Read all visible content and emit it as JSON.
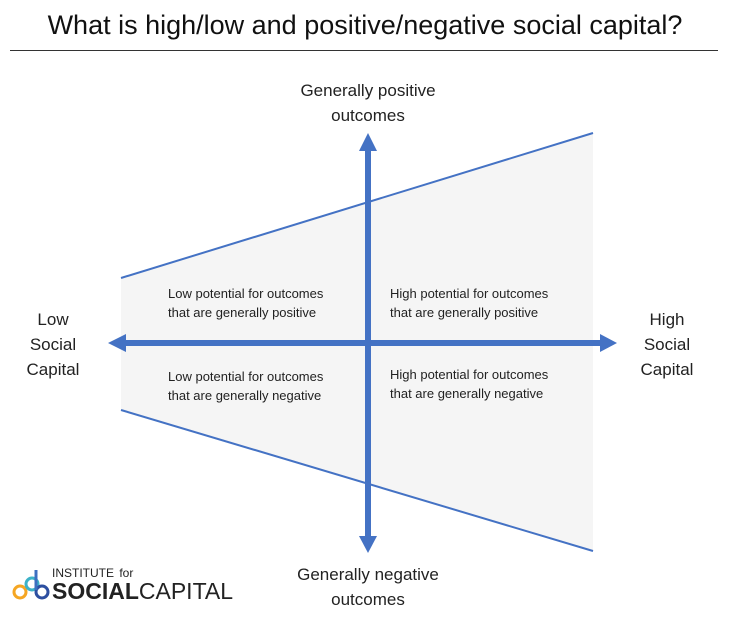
{
  "title": "What is high/low and positive/negative social capital?",
  "axes": {
    "top": "Generally positive outcomes",
    "top_lines": [
      "Generally positive",
      "outcomes"
    ],
    "bottom_lines": [
      "Generally negative",
      "outcomes"
    ],
    "left_lines": [
      "Low",
      "Social",
      "Capital"
    ],
    "right_lines": [
      "High",
      "Social",
      "Capital"
    ]
  },
  "quadrants": {
    "top_left": [
      "Low potential for outcomes",
      "that are generally positive"
    ],
    "top_right": [
      "High potential for outcomes",
      "that are generally positive"
    ],
    "bottom_left": [
      "Low potential for outcomes",
      "that are generally negative"
    ],
    "bottom_right": [
      "High potential for outcomes",
      "that are generally negative"
    ]
  },
  "logo": {
    "line1": "INSTITUTE",
    "line1_suffix": "for",
    "bold": "SOCIAL",
    "light": "CAPITAL"
  },
  "colors": {
    "axis": "#4472C4",
    "fill": "#F5F5F5"
  }
}
